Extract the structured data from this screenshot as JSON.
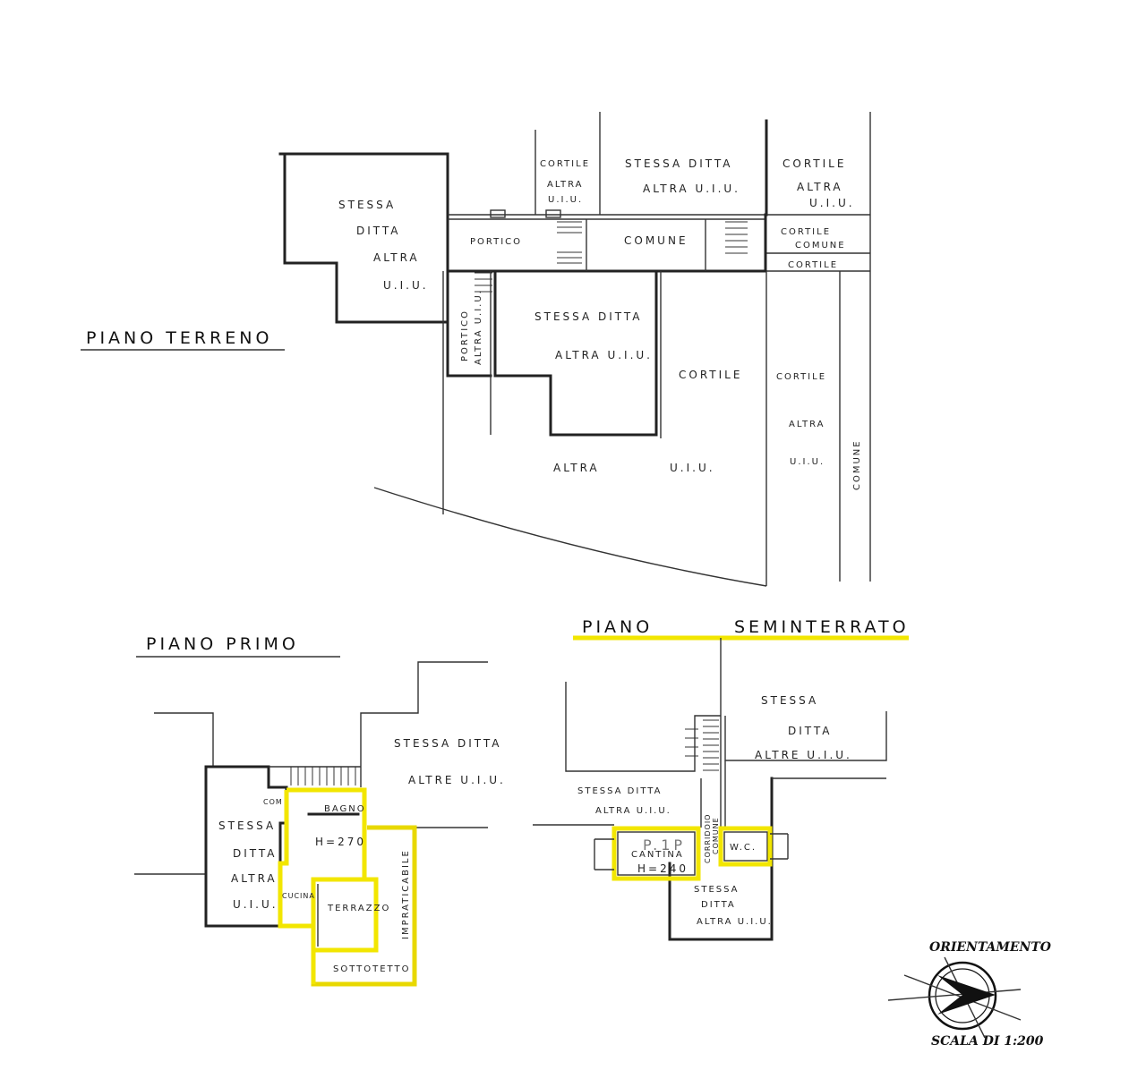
{
  "plans": {
    "terreno": {
      "title": "PIANO TERRENO",
      "labels": {
        "stessa_left_1": "STESSA",
        "stessa_left_2": "DITTA",
        "stessa_left_3": "ALTRA",
        "stessa_left_4": "U.I.U.",
        "cortile_top": "CORTILE",
        "cortile_top_2": "ALTRA",
        "cortile_top_3": "U.I.U.",
        "stessa_top_1": "STESSA DITTA",
        "stessa_top_2": "ALTRA U.I.U.",
        "cortile_right_1": "CORTILE",
        "cortile_right_2": "ALTRA",
        "cortile_right_3": "U.I.U.",
        "portico": "PORTICO",
        "comune": "COMUNE",
        "cortile_comune_1": "CORTILE",
        "cortile_comune_2": "COMUNE",
        "cortile_small": "CORTILE",
        "portico_vertical_1": "PORTICO",
        "portico_vertical_2": "ALTRA U.I.U.",
        "stessa_center_1": "STESSA DITTA",
        "stessa_center_2": "ALTRA U.I.U.",
        "cortile_center": "CORTILE",
        "cortile_east_1": "CORTILE",
        "cortile_east_2": "ALTRA",
        "cortile_east_3": "U.I.U.",
        "comune_vertical": "COMUNE",
        "altra_bottom_1": "ALTRA",
        "altra_bottom_2": "U.I.U."
      }
    },
    "primo": {
      "title": "PIANO PRIMO",
      "labels": {
        "stessa_right_1": "STESSA DITTA",
        "stessa_right_2": "ALTRE U.I.U.",
        "stessa_left_1": "STESSA",
        "stessa_left_2": "DITTA",
        "stessa_left_3": "ALTRA",
        "stessa_left_4": "U.I.U.",
        "com": "COM",
        "bagno": "BAGNO",
        "height": "H=270",
        "cucina": "CUCINA",
        "terrazzo": "TERRAZZO",
        "impraticabile": "IMPRATICABILE",
        "sottotetto": "SOTTOTETTO"
      }
    },
    "seminterrato": {
      "title_part1": "PIANO",
      "title_part2": "SEMINTERRATO",
      "labels": {
        "stessa_right_1": "STESSA",
        "stessa_right_2": "DITTA",
        "stessa_right_3": "ALTRE U.I.U.",
        "stessa_left_1": "STESSA DITTA",
        "stessa_left_2": "ALTRA U.I.U.",
        "corridoio_1": "CORRIDOIO",
        "corridoio_2": "COMUNE",
        "cantina_tag": "P.1P",
        "cantina": "CANTINA",
        "height": "H=240",
        "wc": "W.C.",
        "stessa_bottom_1": "STESSA",
        "stessa_bottom_2": "DITTA",
        "stessa_bottom_3": "ALTRA U.I.U."
      }
    }
  },
  "orientation": {
    "title": "ORIENTAMENTO",
    "scale": "SCALA DI 1:200"
  },
  "colors": {
    "highlight": "#f2e600",
    "lines": "#222222"
  }
}
